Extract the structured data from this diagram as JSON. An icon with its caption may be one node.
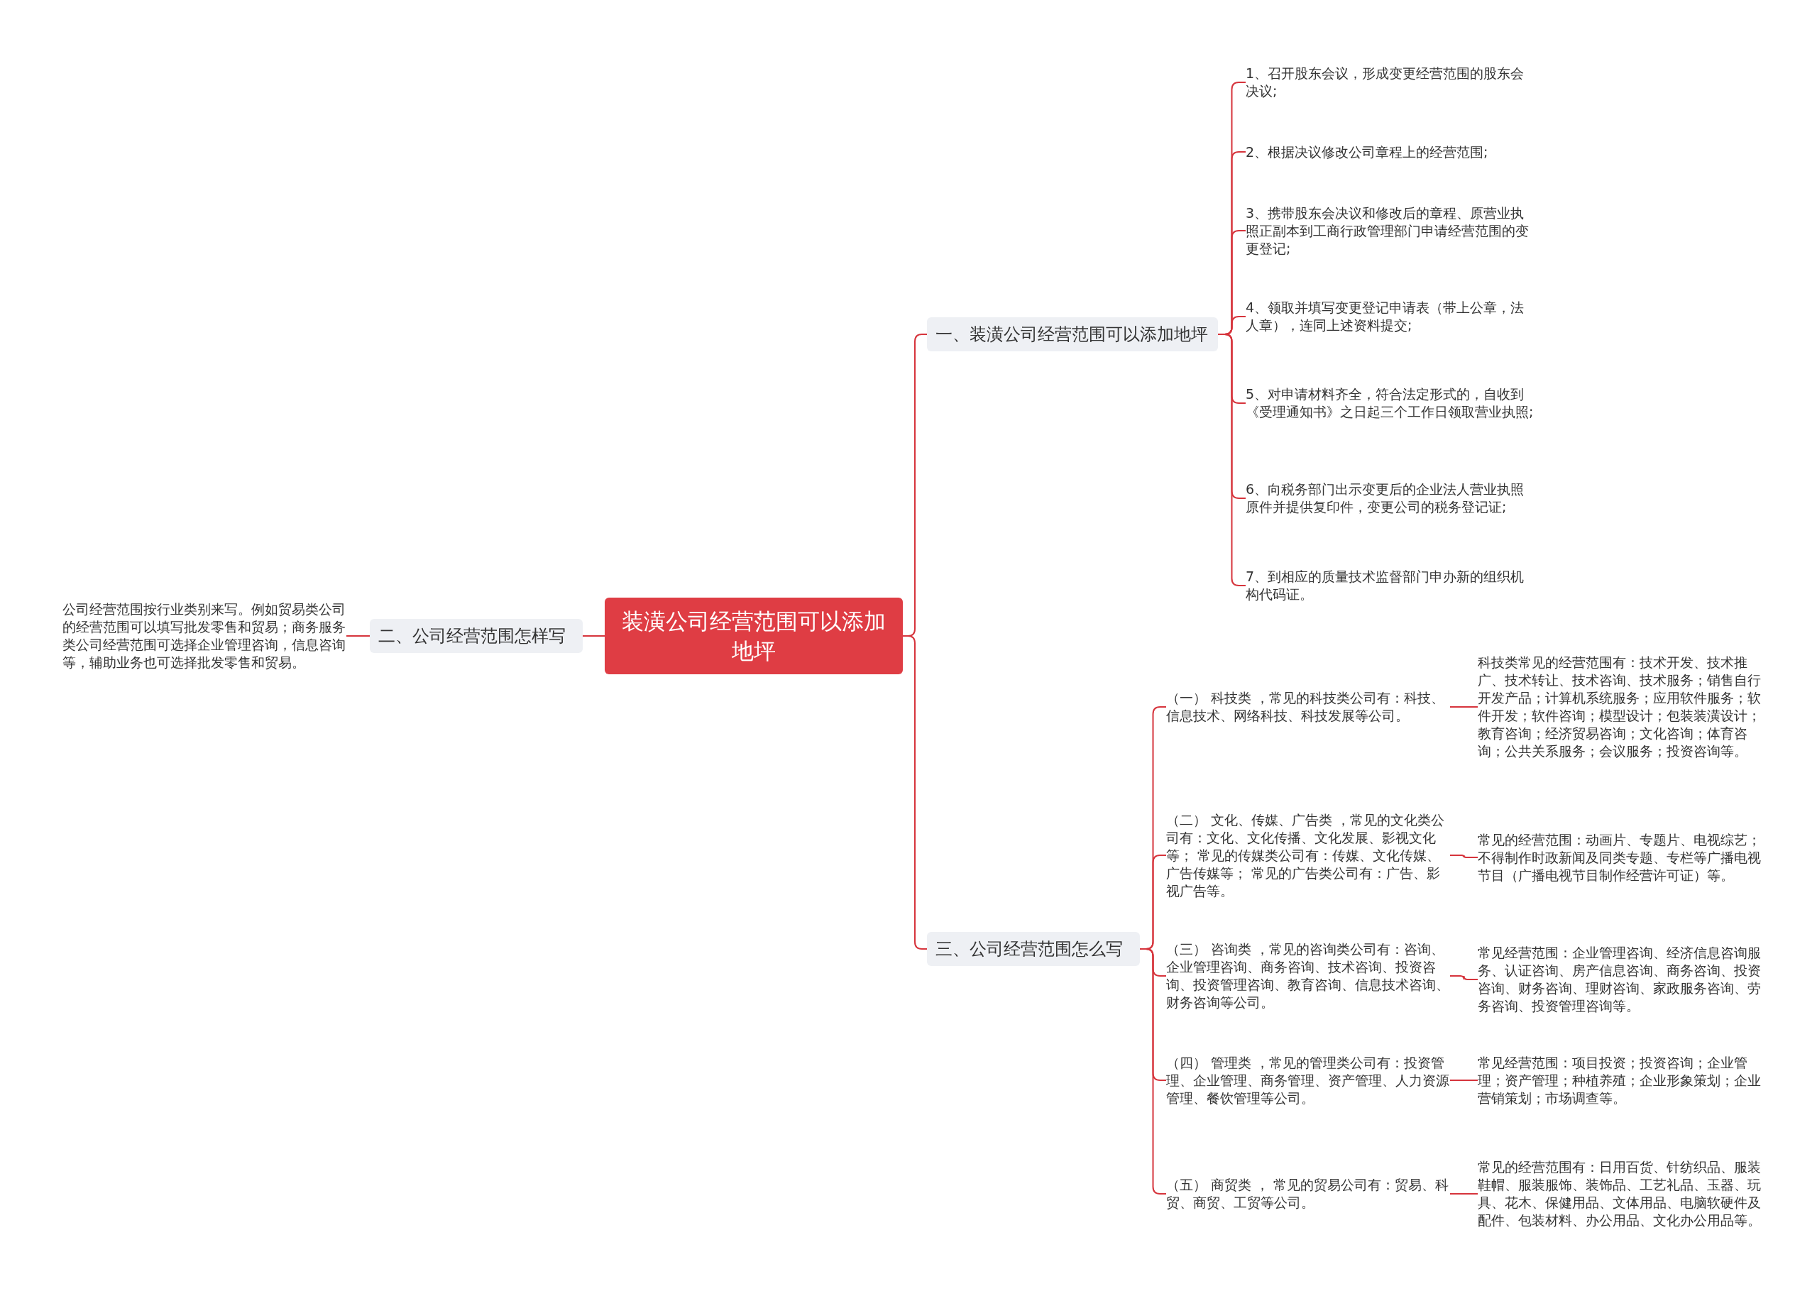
{
  "diagram": {
    "nodes": [
      {
        "text": [
          "装潢公司经营范围可以添加地坪"
        ]
      },
      {
        "text": [
          "一、装潢公司经营范围可以添加地坪"
        ]
      },
      {
        "text": [
          "1、召开股东会议，形成变更经营范围的股东会决议;"
        ]
      },
      {
        "text": [
          "2、根据决议修改公司章程上的经营范围;"
        ]
      },
      {
        "text": [
          "3、携带股东会决议和修改后的章程、原营业执照正副本到工商行政管理部门申请经营范围的变更登记;"
        ]
      },
      {
        "text": [
          "4、领取并填写变更登记申请表（带上公章，法人章），连同上述资料提交;"
        ]
      },
      {
        "text": [
          "5、对申请材料齐全，符合法定形式的，自收到《受理通知书》之日起三个工作日领取营业执照;"
        ]
      },
      {
        "text": [
          "6、向税务部门出示变更后的企业法人营业执照原件并提供复印件，变更公司的税务登记证;"
        ]
      },
      {
        "text": [
          "7、到相应的质量技术监督部门申办新的组织机构代码证。"
        ]
      },
      {
        "text": [
          "二、公司经营范围怎样写"
        ]
      },
      {
        "text": [
          "公司经营范围按行业类别来写。例如贸易类公司的经营范围可以填写批发零售和贸易；商务服务类公司经营范围可选择企业管理咨询，信息咨询等，辅助业务也可选择批发零售和贸易。"
        ]
      },
      {
        "text": [
          "三、公司经营范围怎么写"
        ]
      },
      {
        "text": [
          "（一） 科技类 ，常见的科技类公司有：科技、信息技术、网络科技、科技发展等公司。"
        ]
      },
      {
        "text": [
          "科技类常见的经营范围有：技术开发、技术推广、技术转让、技术咨询、技术服务；销售自行开发产品；计算机系统服务；应用软件服务；软件开发；软件咨询；模型设计；包装装潢设计；教育咨询；经济贸易咨询；文化咨询；体育咨询；公共关系服务；会议服务；投资咨询等。"
        ]
      },
      {
        "text": [
          "（二） 文化、传媒、广告类 ，常见的文化类公司有：文化、文化传播、文化发展、影视文化等； 常见的传媒类公司有：传媒、文化传媒、广告传媒等； 常见的广告类公司有：广告、影视广告等。"
        ]
      },
      {
        "text": [
          "常见的经营范围：动画片、专题片、电视综艺；不得制作时政新闻及同类专题、专栏等广播电视节目（广播电视节目制作经营许可证）等。"
        ]
      },
      {
        "text": [
          "（三） 咨询类 ，常见的咨询类公司有：咨询、企业管理咨询、商务咨询、技术咨询、投资咨询、投资管理咨询、教育咨询、信息技术咨询、财务咨询等公司。"
        ]
      },
      {
        "text": [
          "常见经营范围：企业管理咨询、经济信息咨询服务、认证咨询、房产信息咨询、商务咨询、投资咨询、财务咨询、理财咨询、家政服务咨询、劳务咨询、投资管理咨询等。"
        ]
      },
      {
        "text": [
          "（四） 管理类 ，常见的管理类公司有：投资管理、企业管理、商务管理、资产管理、人力资源管理、餐饮管理等公司。"
        ]
      },
      {
        "text": [
          "常见经营范围：项目投资；投资咨询；企业管理；资产管理；种植养殖；企业形象策划；企业营销策划；市场调查等。"
        ]
      },
      {
        "text": [
          "（五） 商贸类 ， 常见的贸易公司有：贸易、科贸、商贸、工贸等公司。"
        ]
      },
      {
        "text": [
          "常见的经营范围有：日用百货、针纺织品、服装鞋帽、服装服饰、装饰品、工艺礼品、玉器、玩具、花木、保健用品、文体用品、电脑软硬件及配件、包装材料、办公用品、文化办公用品等。"
        ]
      }
    ],
    "edges": [
      {
        "from": 0,
        "to": 1,
        "arrow": "none"
      },
      {
        "from": 1,
        "to": 2,
        "arrow": "none"
      },
      {
        "from": 1,
        "to": 3,
        "arrow": "none"
      },
      {
        "from": 1,
        "to": 4,
        "arrow": "none"
      },
      {
        "from": 1,
        "to": 5,
        "arrow": "none"
      },
      {
        "from": 1,
        "to": 6,
        "arrow": "none"
      },
      {
        "from": 1,
        "to": 7,
        "arrow": "none"
      },
      {
        "from": 1,
        "to": 8,
        "arrow": "none"
      },
      {
        "from": 0,
        "to": 9,
        "arrow": "none"
      },
      {
        "from": 9,
        "to": 10,
        "arrow": "none"
      },
      {
        "from": 0,
        "to": 11,
        "arrow": "none"
      },
      {
        "from": 11,
        "to": 12,
        "arrow": "none"
      },
      {
        "from": 12,
        "to": 13,
        "arrow": "none"
      },
      {
        "from": 11,
        "to": 14,
        "arrow": "none"
      },
      {
        "from": 14,
        "to": 15,
        "arrow": "none"
      },
      {
        "from": 11,
        "to": 16,
        "arrow": "none"
      },
      {
        "from": 16,
        "to": 17,
        "arrow": "none"
      },
      {
        "from": 11,
        "to": 18,
        "arrow": "none"
      },
      {
        "from": 18,
        "to": 19,
        "arrow": "none"
      },
      {
        "from": 11,
        "to": 20,
        "arrow": "none"
      },
      {
        "from": 20,
        "to": 21,
        "arrow": "none"
      }
    ]
  }
}
